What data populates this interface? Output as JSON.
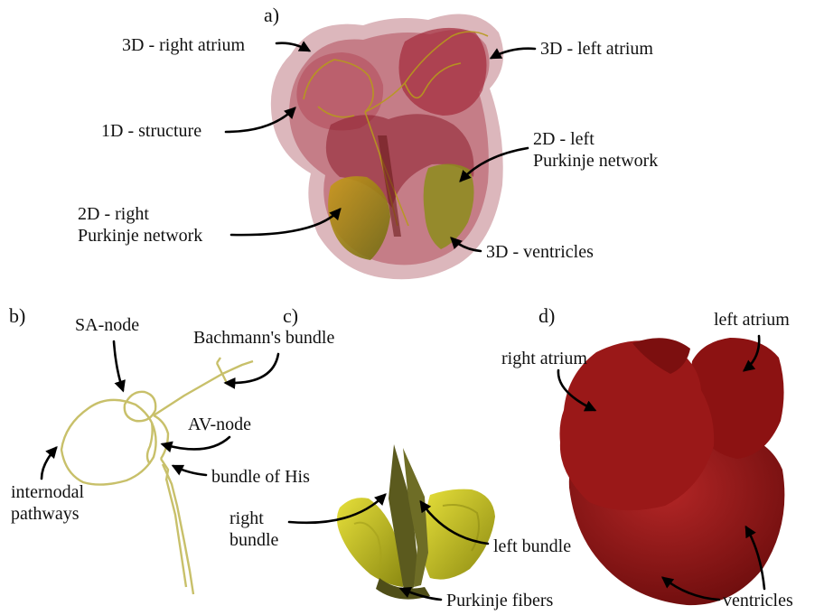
{
  "panels": {
    "a": "a)",
    "b": "b)",
    "c": "c)",
    "d": "d)"
  },
  "panel_a": {
    "right_atrium_3d": "3D - right atrium",
    "left_atrium_3d": "3D - left atrium",
    "structure_1d": "1D - structure",
    "left_purkinje_2d_line1": "2D - left",
    "left_purkinje_2d_line2": "Purkinje network",
    "right_purkinje_2d_line1": "2D - right",
    "right_purkinje_2d_line2": "Purkinje network",
    "ventricles_3d": "3D - ventricles"
  },
  "panel_b": {
    "sa_node": "SA-node",
    "bachmanns_bundle": "Bachmann's bundle",
    "av_node": "AV-node",
    "bundle_of_his": "bundle of His",
    "internodal_line1": "internodal",
    "internodal_line2": "pathways"
  },
  "panel_c": {
    "right_bundle_line1": "right",
    "right_bundle_line2": "bundle",
    "left_bundle": "left bundle",
    "purkinje_fibers": "Purkinje fibers"
  },
  "panel_d": {
    "right_atrium": "right atrium",
    "left_atrium": "left atrium",
    "ventricles": "ventricles"
  },
  "colors": {
    "heart_translucent": "#b5525f",
    "heart_solid": "#8e1414",
    "purkinje": "#c9b816",
    "bundle": "#5b5a1e",
    "conduction_line": "#c8c06a"
  }
}
